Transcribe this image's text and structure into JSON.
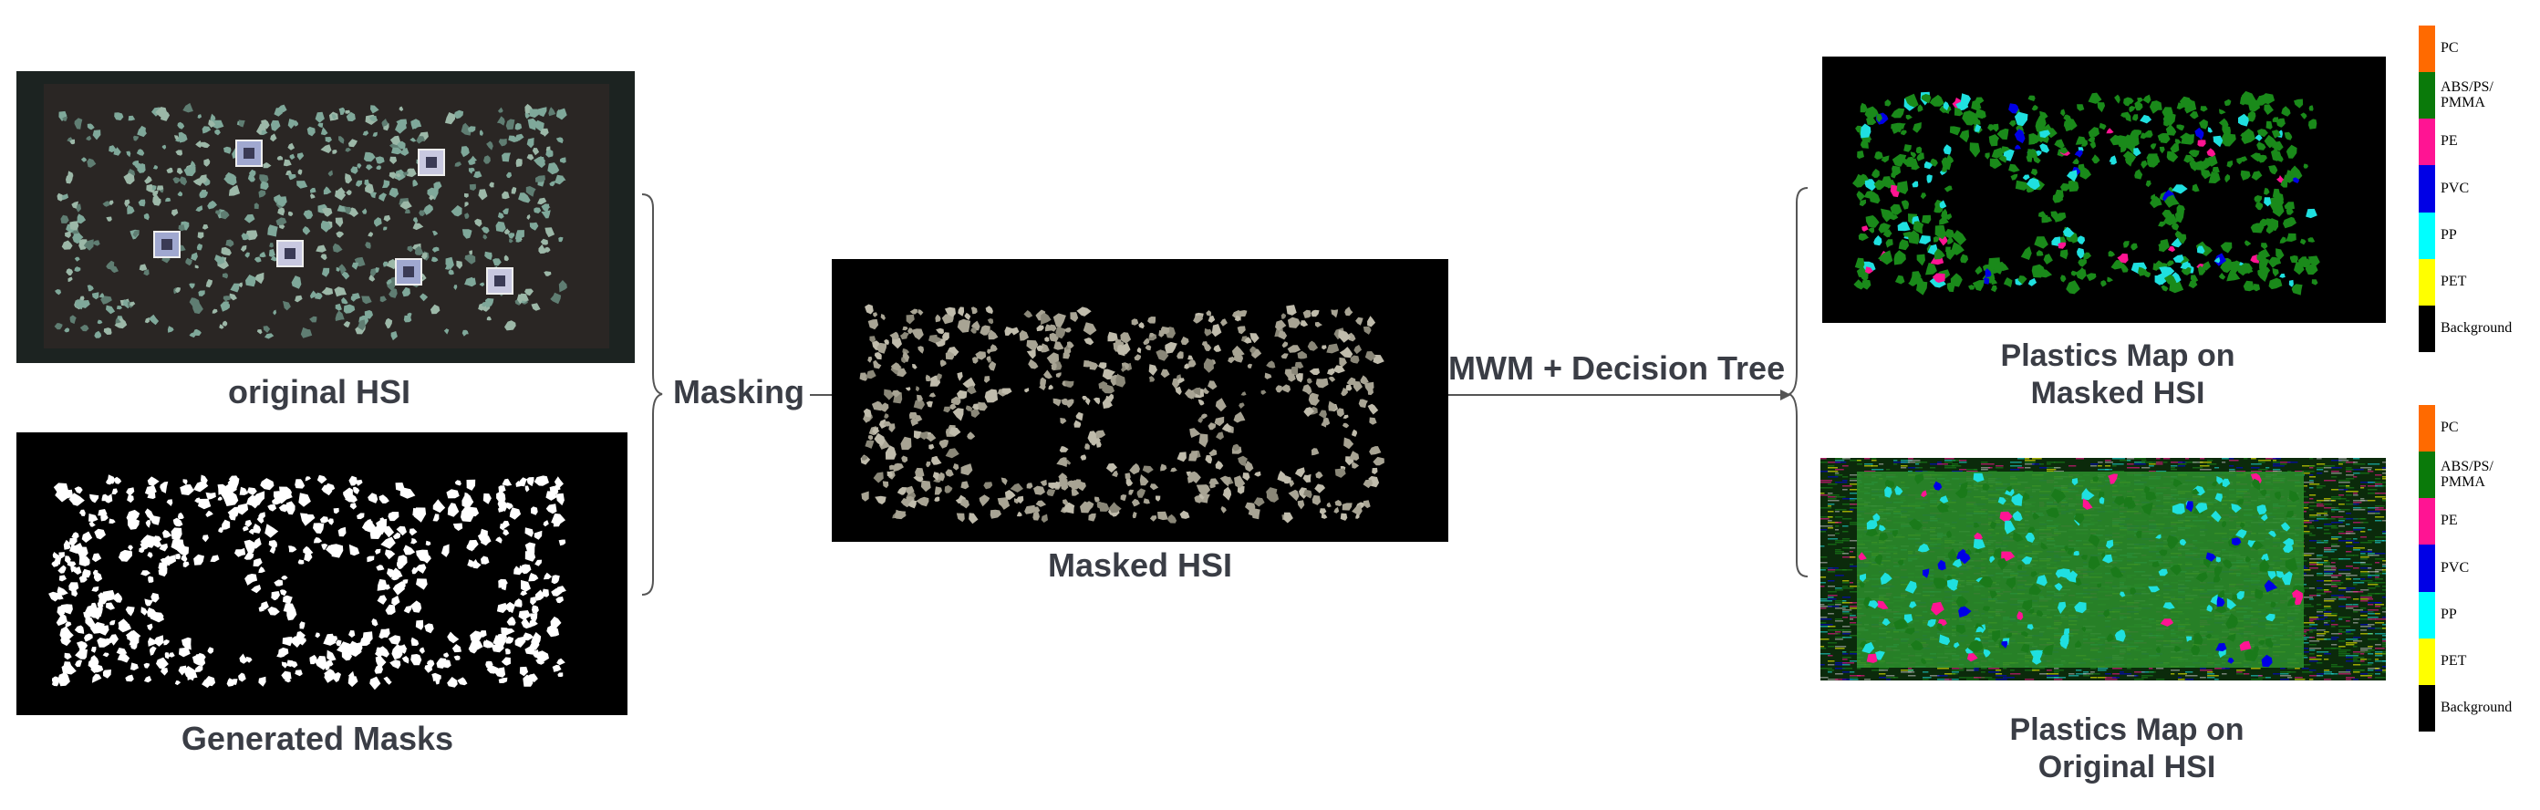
{
  "captions": {
    "original_hsi": "original HSI",
    "generated_masks": "Generated Masks",
    "masking": "Masking",
    "masked_hsi": "Masked HSI",
    "mwm_decision_tree": "MWM + Decision Tree",
    "plastics_map_masked_line1": "Plastics Map on",
    "plastics_map_masked_line2": "Masked HSI",
    "plastics_map_original_line1": "Plastics Map on",
    "plastics_map_original_line2": "Original HSI"
  },
  "legend": {
    "items": [
      {
        "label": "PC",
        "color": "#ff6a00"
      },
      {
        "label": "ABS/PS/\nPMMA",
        "color": "#0a7a0a"
      },
      {
        "label": "PE",
        "color": "#ff1493"
      },
      {
        "label": "PVC",
        "color": "#0000e6"
      },
      {
        "label": "PP",
        "color": "#00ffff"
      },
      {
        "label": "PET",
        "color": "#ffff00"
      },
      {
        "label": "Background",
        "color": "#000000"
      }
    ]
  },
  "colors": {
    "plastic_green": "#1a8a1a",
    "plastic_cyan": "#1fe0e0",
    "fragment_tan": "#a8a494",
    "mask_white": "#ffffff",
    "hsi_teal": "#7fa89a",
    "text": "#3a3d45"
  }
}
